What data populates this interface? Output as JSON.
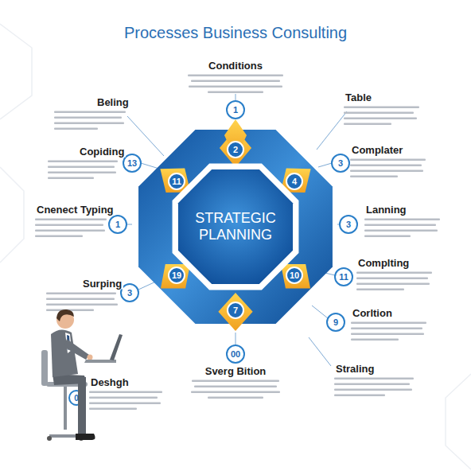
{
  "diagram": {
    "title": "Processes Business Consulting",
    "nodes": [
      {
        "text": [
          "STRATEGIC PLANNING"
        ]
      }
    ],
    "labels": [
      "Conditions",
      "Table",
      "Beling",
      "Copiding",
      "Complater",
      "Cnenect Typing",
      "Lanning",
      "Surping",
      "Complting",
      "Corltion",
      "Deshgh",
      "Sverg Bition",
      "Straling",
      "1",
      "2",
      "3",
      "4",
      "13",
      "11",
      "1",
      "3",
      "19",
      "3",
      "10",
      "11",
      "7",
      "9",
      "00",
      "0"
    ]
  }
}
